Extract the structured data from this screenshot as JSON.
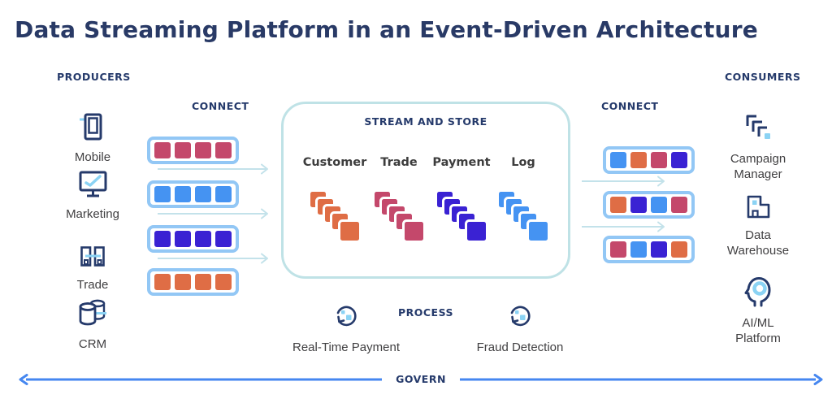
{
  "title": "Data Streaming Platform in an Event-Driven Architecture",
  "palette": {
    "crimson": "#C4486B",
    "blue": "#4593F2",
    "indigo": "#3A22D3",
    "orange": "#DF6D45",
    "navy": "#253A6B",
    "light_blue_accent": "#8BD3F4",
    "queue_border": "#92C7F5",
    "pale_cyan": "#C3E2EA",
    "govern_blue": "#4687F0"
  },
  "producers": {
    "label": "PRODUCERS",
    "items": [
      {
        "label": "Mobile",
        "icon": "mobile-icon"
      },
      {
        "label": "Marketing",
        "icon": "marketing-monitor-icon"
      },
      {
        "label": "Trade",
        "icon": "trade-buildings-icon"
      },
      {
        "label": "CRM",
        "icon": "crm-database-icon"
      }
    ]
  },
  "connect_left": {
    "label": "CONNECT",
    "queues": [
      [
        "crimson",
        "crimson",
        "crimson",
        "crimson"
      ],
      [
        "blue",
        "blue",
        "blue",
        "blue"
      ],
      [
        "indigo",
        "indigo",
        "indigo",
        "indigo"
      ],
      [
        "orange",
        "orange",
        "orange",
        "orange"
      ]
    ]
  },
  "stream_store": {
    "label": "STREAM AND STORE",
    "topics": [
      {
        "name": "Customer",
        "color": "orange"
      },
      {
        "name": "Trade",
        "color": "crimson"
      },
      {
        "name": "Payment",
        "color": "indigo"
      },
      {
        "name": "Log",
        "color": "blue"
      }
    ]
  },
  "connect_right": {
    "label": "CONNECT",
    "queues": [
      [
        "blue",
        "orange",
        "crimson",
        "indigo"
      ],
      [
        "orange",
        "indigo",
        "blue",
        "crimson"
      ],
      [
        "crimson",
        "blue",
        "indigo",
        "orange"
      ]
    ]
  },
  "consumers": {
    "label": "CONSUMERS",
    "items": [
      {
        "label": "Campaign Manager",
        "icon": "campaign-manager-icon"
      },
      {
        "label": "Data Warehouse",
        "icon": "data-warehouse-icon"
      },
      {
        "label": "AI/ML Platform",
        "icon": "aiml-head-icon"
      }
    ]
  },
  "process": {
    "label": "PROCESS",
    "items": [
      {
        "label": "Real-Time Payment",
        "icon": "cycle-icon"
      },
      {
        "label": "Fraud Detection",
        "icon": "cycle-icon"
      }
    ]
  },
  "govern": {
    "label": "GOVERN"
  }
}
